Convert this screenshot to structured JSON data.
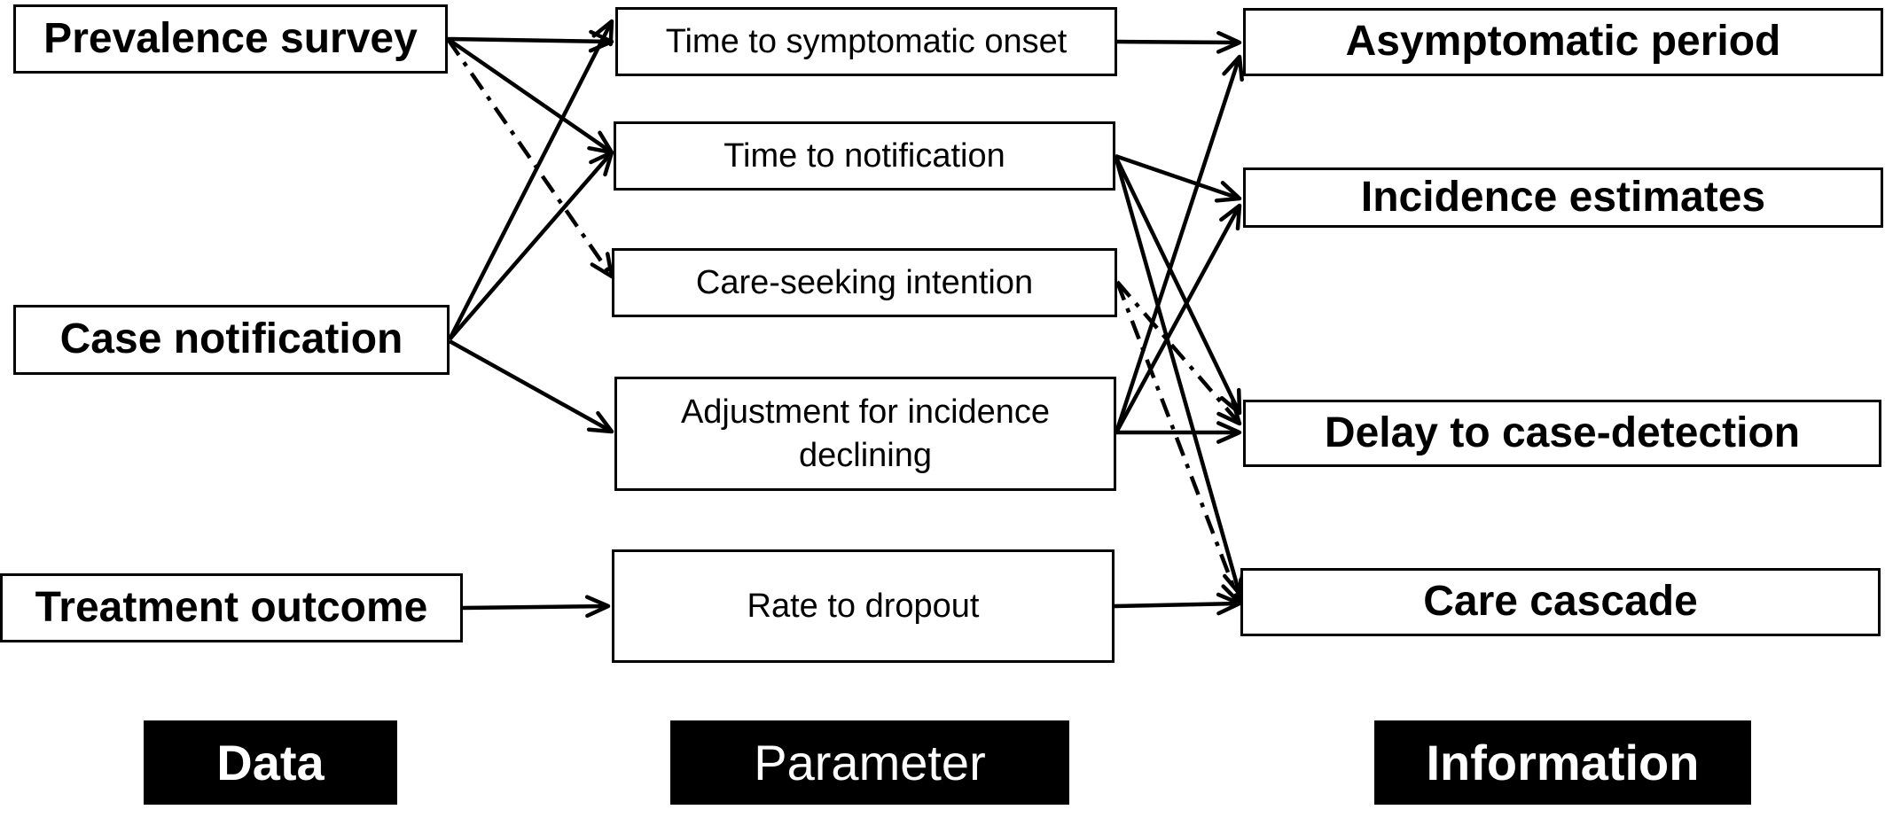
{
  "data_nodes": [
    {
      "id": "prevalence",
      "label": "Prevalence survey"
    },
    {
      "id": "notification",
      "label": "Case notification"
    },
    {
      "id": "treatment",
      "label": "Treatment outcome"
    }
  ],
  "parameter_nodes": [
    {
      "id": "symptomatic",
      "label": "Time to symptomatic onset"
    },
    {
      "id": "time_notif",
      "label": "Time to notification"
    },
    {
      "id": "careseeking",
      "label": "Care-seeking intention"
    },
    {
      "id": "adjustment",
      "label": "Adjustment for incidence declining"
    },
    {
      "id": "dropout",
      "label": "Rate to dropout"
    }
  ],
  "information_nodes": [
    {
      "id": "asymptomatic",
      "label": "Asymptomatic period"
    },
    {
      "id": "incidence",
      "label": "Incidence estimates"
    },
    {
      "id": "delay",
      "label": "Delay to case-detection"
    },
    {
      "id": "cascade",
      "label": "Care cascade"
    }
  ],
  "column_labels": {
    "data": "Data",
    "parameter": "Parameter",
    "information": "Information"
  },
  "edges": [
    {
      "from": "prevalence",
      "to": "symptomatic",
      "style": "solid"
    },
    {
      "from": "prevalence",
      "to": "time_notif",
      "style": "solid"
    },
    {
      "from": "prevalence",
      "to": "careseeking",
      "style": "dashed"
    },
    {
      "from": "notification",
      "to": "symptomatic",
      "style": "solid"
    },
    {
      "from": "notification",
      "to": "time_notif",
      "style": "solid"
    },
    {
      "from": "notification",
      "to": "adjustment",
      "style": "solid"
    },
    {
      "from": "treatment",
      "to": "dropout",
      "style": "solid"
    },
    {
      "from": "symptomatic",
      "to": "asymptomatic",
      "style": "solid"
    },
    {
      "from": "time_notif",
      "to": "incidence",
      "style": "solid"
    },
    {
      "from": "time_notif",
      "to": "delay",
      "style": "solid"
    },
    {
      "from": "time_notif",
      "to": "cascade",
      "style": "solid"
    },
    {
      "from": "careseeking",
      "to": "delay",
      "style": "dashed"
    },
    {
      "from": "careseeking",
      "to": "cascade",
      "style": "dashed"
    },
    {
      "from": "adjustment",
      "to": "asymptomatic",
      "style": "solid"
    },
    {
      "from": "adjustment",
      "to": "incidence",
      "style": "solid"
    },
    {
      "from": "adjustment",
      "to": "delay",
      "style": "solid"
    },
    {
      "from": "dropout",
      "to": "cascade",
      "style": "solid"
    }
  ]
}
